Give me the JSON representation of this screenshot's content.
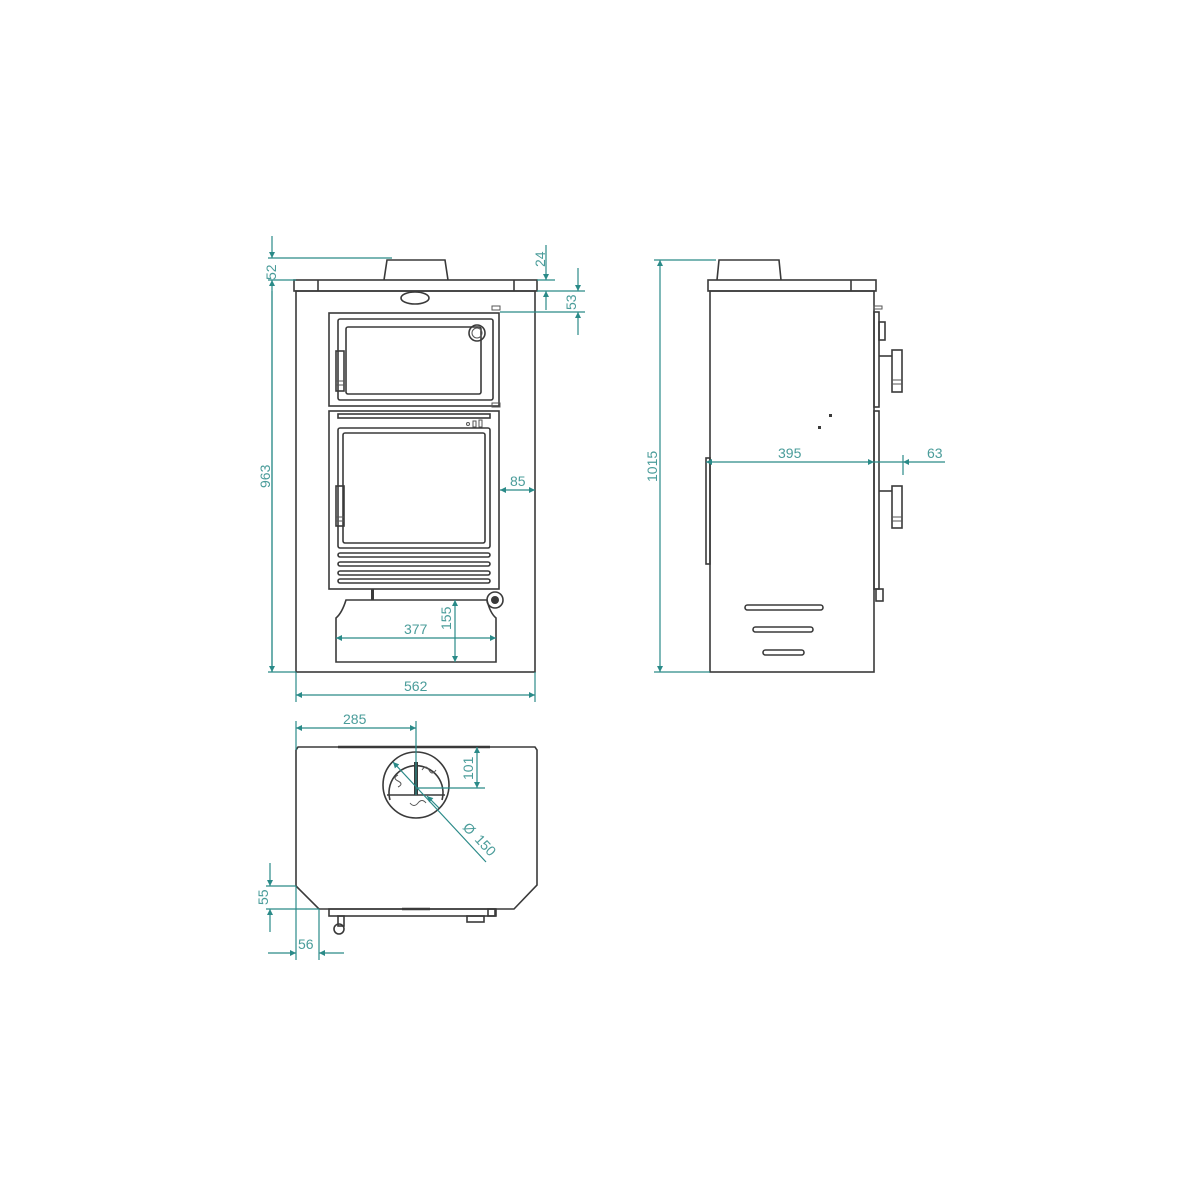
{
  "drawing": {
    "title": "Wood cooking stove dimensional drawing",
    "colors": {
      "outline": "#3a3a3a",
      "dimension": "#2a8a88",
      "dimension_text": "#4a9c9a",
      "background": "#ffffff"
    },
    "units": "mm"
  },
  "front_view": {
    "dimensions": {
      "flue_height": "52",
      "top_offset": "24",
      "oven_offset": "53",
      "overall_height": "963",
      "side_depth": "85",
      "drawer_width": "377",
      "drawer_height": "155",
      "overall_width": "562"
    }
  },
  "side_view": {
    "dimensions": {
      "overall_height": "1015",
      "body_depth": "395",
      "handle_projection": "63"
    }
  },
  "top_view": {
    "dimensions": {
      "flue_center_offset": "285",
      "flue_from_back": "101",
      "flue_diameter_symbol": "Ø",
      "flue_diameter": "150",
      "chamfer_depth": "55",
      "chamfer_width": "56"
    }
  }
}
